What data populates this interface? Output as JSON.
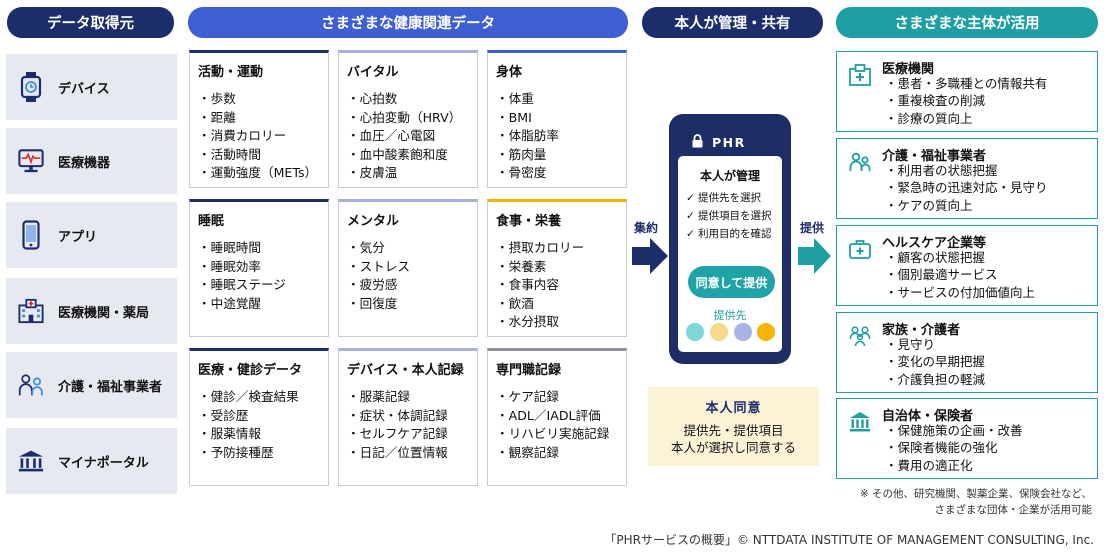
{
  "headers": {
    "sources": "データ取得元",
    "data": "さまざまな健康関連データ",
    "self": "本人が管理・共有",
    "use": "さまざまな主体が活用"
  },
  "sources": [
    {
      "label": "デバイス",
      "icon": "smartwatch-icon"
    },
    {
      "label": "医療機器",
      "icon": "medical-monitor-icon"
    },
    {
      "label": "アプリ",
      "icon": "smartphone-icon"
    },
    {
      "label": "医療機関・薬局",
      "icon": "hospital-icon"
    },
    {
      "label": "介護・福祉事業者",
      "icon": "caregivers-icon"
    },
    {
      "label": "マイナポータル",
      "icon": "government-building-icon"
    }
  ],
  "cards": [
    {
      "title": "活動・運動",
      "items": [
        "・歩数",
        "・距離",
        "・消費カロリー",
        "・活動時間",
        "・運動強度（METs）"
      ]
    },
    {
      "title": "バイタル",
      "items": [
        "・心拍数",
        "・心拍変動（HRV）",
        "・血圧／心電図",
        "・血中酸素飽和度",
        "・皮膚温"
      ]
    },
    {
      "title": "身体",
      "items": [
        "・体重",
        "・BMI",
        "・体脂肪率",
        "・筋肉量",
        "・骨密度"
      ]
    },
    {
      "title": "睡眠",
      "items": [
        "・睡眠時間",
        "・睡眠効率",
        "・睡眠ステージ",
        "・中途覚醒"
      ]
    },
    {
      "title": "メンタル",
      "items": [
        "・気分",
        "・ストレス",
        "・疲労感",
        "・回復度"
      ]
    },
    {
      "title": "食事・栄養",
      "items": [
        "・摂取カロリー",
        "・栄養素",
        "・食事内容",
        "・飲酒",
        "・水分摂取"
      ]
    },
    {
      "title": "医療・健診データ",
      "items": [
        "・健診／検査結果",
        "・受診歴",
        "・服薬情報",
        "・予防接種歴"
      ]
    },
    {
      "title": "デバイス・本人記録",
      "items": [
        "・服薬記録",
        "・症状・体調記録",
        "・セルフケア記録",
        "・日記／位置情報"
      ]
    },
    {
      "title": "専門職記録",
      "items": [
        "・ケア記録",
        "・ADL／IADL評価",
        "・リハビリ実施記録",
        "・観察記録"
      ]
    }
  ],
  "arrows": {
    "collect": "集約",
    "provide": "提供"
  },
  "phone": {
    "app_name": "PHR",
    "title": "本人が管理",
    "checks": [
      "提供先を選択",
      "提供項目を選択",
      "利用目的を確認"
    ],
    "button": "同意して提供",
    "share_label": "提供先",
    "dot_colors": [
      "#7dd9d6",
      "#f7d98a",
      "#a9b3e6",
      "#f5b400"
    ]
  },
  "consent": {
    "title": "本人同意",
    "line1": "提供先・提供項目",
    "line2": "本人が選択し同意する"
  },
  "users": [
    {
      "title": "医療機関",
      "icon": "hospital-icon",
      "items": [
        "・患者・多職種との情報共有",
        "・重複検査の削減",
        "・診療の質向上"
      ]
    },
    {
      "title": "介護・福祉事業者",
      "icon": "caregivers-icon",
      "items": [
        "・利用者の状態把握",
        "・緊急時の迅速対応・見守り",
        "・ケアの質向上"
      ]
    },
    {
      "title": "ヘルスケア企業等",
      "icon": "medical-bag-icon",
      "items": [
        "・顧客の状態把握",
        "・個別最適サービス",
        "・サービスの付加価値向上"
      ]
    },
    {
      "title": "家族・介護者",
      "icon": "family-icon",
      "items": [
        "・見守り",
        "・変化の早期把握",
        "・介護負担の軽減"
      ]
    },
    {
      "title": "自治体・保険者",
      "icon": "government-building-icon",
      "items": [
        "・保健施策の企画・改善",
        "・保険者機能の強化",
        "・費用の適正化"
      ]
    }
  ],
  "note": {
    "line1": "※ その他、研究機関、製薬企業、保険会社など、",
    "line2": "さまざまな団体・企業が活用可能"
  },
  "copyright": "「PHRサービスの概要」© NTTDATA INSTITUTE OF MANAGEMENT CONSULTING, Inc.",
  "colors": {
    "navy": "#1c2d6b",
    "blue": "#3e5fd3",
    "teal": "#1f9fa4",
    "gold": "#f0b400"
  }
}
